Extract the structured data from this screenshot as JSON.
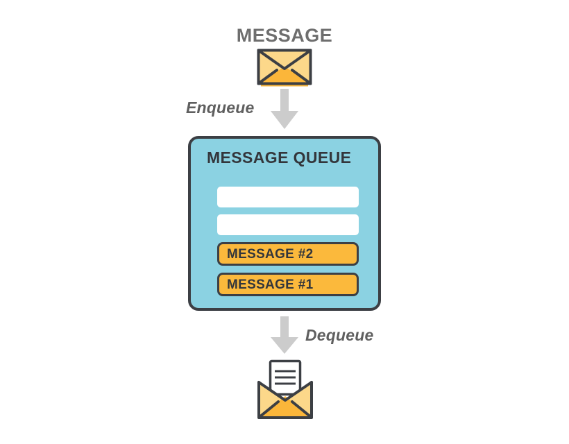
{
  "diagram": {
    "title": "MESSAGE",
    "queue": {
      "title": "MESSAGE QUEUE",
      "slots": [
        {
          "type": "empty",
          "label": ""
        },
        {
          "type": "empty",
          "label": ""
        },
        {
          "type": "filled",
          "label": "MESSAGE #2"
        },
        {
          "type": "filled",
          "label": "MESSAGE #1"
        }
      ]
    },
    "arrows": [
      {
        "name": "enqueue",
        "label": "Enqueue",
        "direction": "down"
      },
      {
        "name": "dequeue",
        "label": "Dequeue",
        "direction": "down"
      }
    ],
    "icons": {
      "closed_envelope": "closed-envelope-icon",
      "open_envelope": "open-envelope-letter-icon",
      "arrow": "arrow-down-icon"
    }
  },
  "colors": {
    "queue_fill": "#8bd2e2",
    "outline": "#3c3f44",
    "message_fill": "#fbb93c",
    "envelope_light": "#fcd88a",
    "envelope_mid": "#f9cb6e",
    "envelope_dark": "#fbb63a",
    "arrow_gray": "#cccccc",
    "title_gray": "#6e6e6e",
    "label_gray": "#5f5f5f",
    "slot_empty": "#ffffff",
    "background": "#ffffff"
  }
}
